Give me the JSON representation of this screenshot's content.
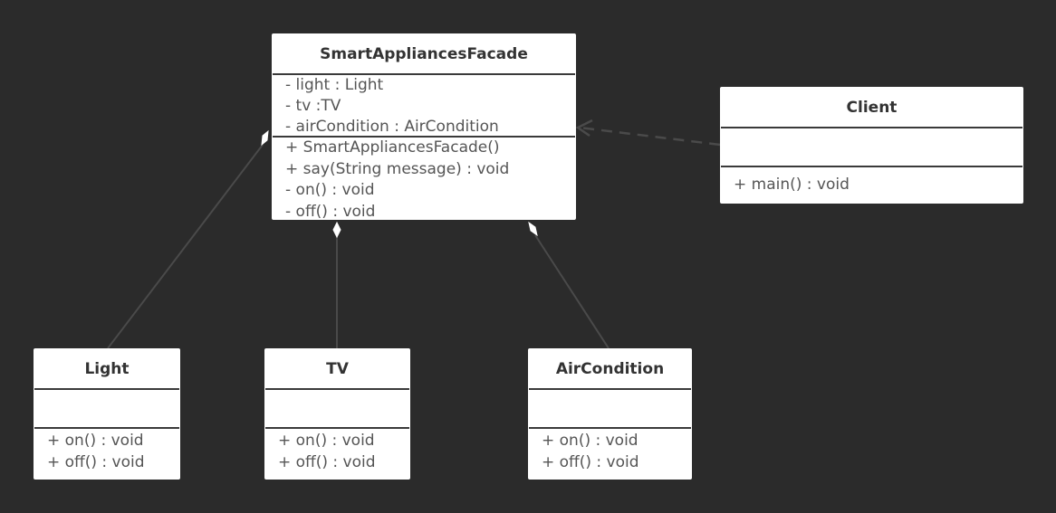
{
  "colors": {
    "background": "#2b2b2b",
    "box": "#ffffff",
    "line": "#4a4a4a",
    "text": "#333333"
  },
  "classes": {
    "facade": {
      "name": "SmartAppliancesFacade",
      "attributes": [
        "- light : Light",
        "- tv :TV",
        "- airCondition : AirCondition"
      ],
      "methods": [
        "+ SmartAppliancesFacade()",
        "+ say(String message) : void",
        "- on() : void",
        "- off() : void"
      ]
    },
    "client": {
      "name": "Client",
      "attributes": [],
      "methods": [
        "+ main() : void"
      ]
    },
    "light": {
      "name": "Light",
      "attributes": [],
      "methods": [
        "+ on() : void",
        "+ off() : void"
      ]
    },
    "tv": {
      "name": "TV",
      "attributes": [],
      "methods": [
        "+ on() : void",
        "+ off() : void"
      ]
    },
    "aircondition": {
      "name": "AirCondition",
      "attributes": [],
      "methods": [
        "+ on() : void",
        "+ off() : void"
      ]
    }
  },
  "relations": [
    {
      "from": "client",
      "to": "facade",
      "kind": "dependency"
    },
    {
      "from": "facade",
      "to": "light",
      "kind": "aggregation"
    },
    {
      "from": "facade",
      "to": "tv",
      "kind": "aggregation"
    },
    {
      "from": "facade",
      "to": "aircondition",
      "kind": "aggregation"
    }
  ]
}
